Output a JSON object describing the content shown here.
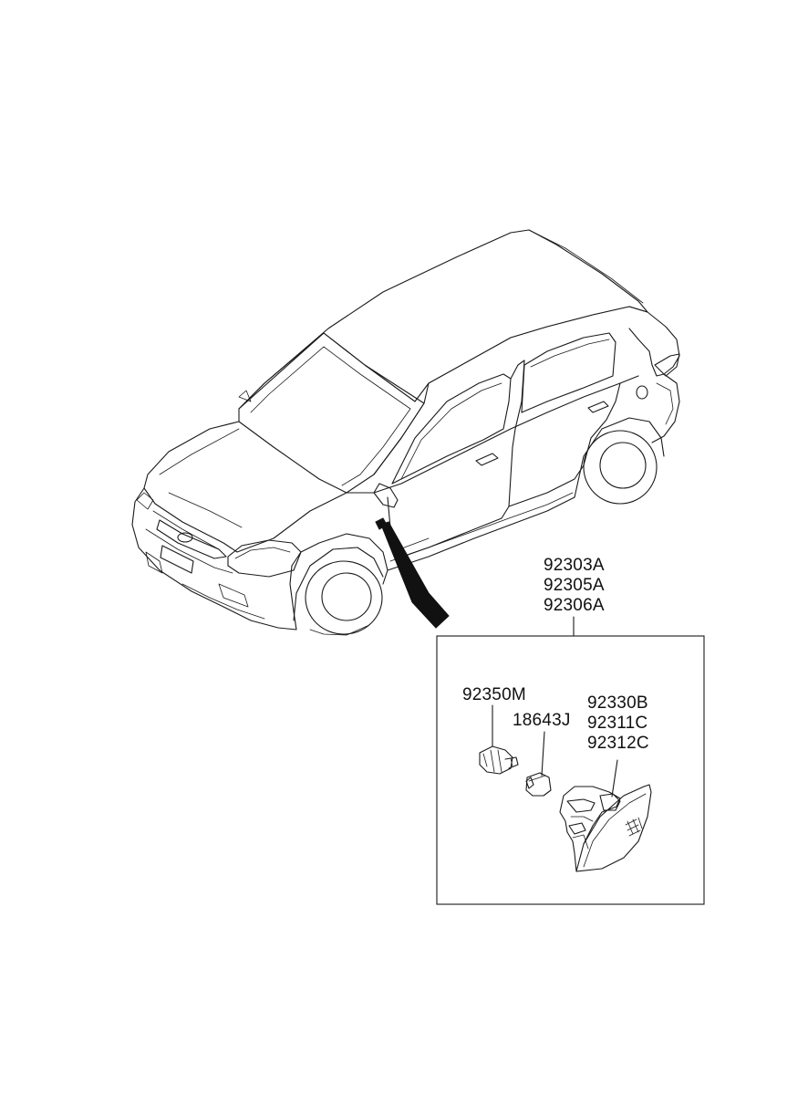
{
  "diagram": {
    "callout_group": {
      "labels": [
        "92303A",
        "92305A",
        "92306A"
      ]
    },
    "bulb_socket": {
      "label": "92350M"
    },
    "bulb": {
      "label": "18643J"
    },
    "lamp_assembly": {
      "labels": [
        "92330B",
        "92311C",
        "92312C"
      ]
    },
    "colors": {
      "line": "#1a1a1a",
      "background": "#ffffff",
      "arrow_fill": "#111111"
    }
  }
}
